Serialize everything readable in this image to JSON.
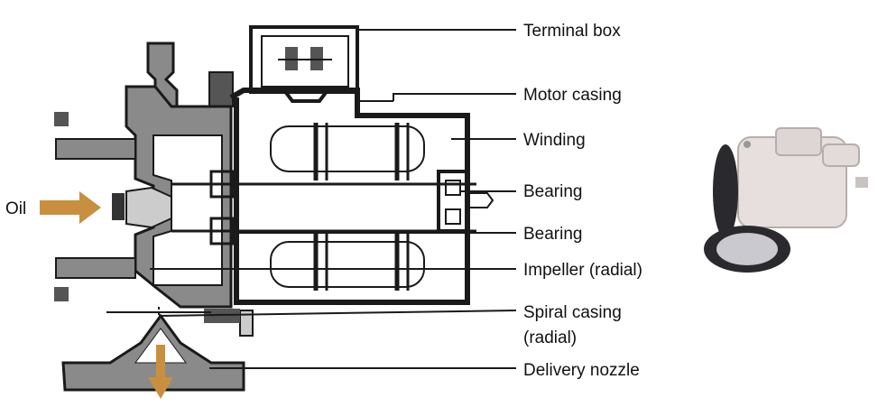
{
  "labels": {
    "terminal_box": "Terminal box",
    "motor_casing": "Motor casing",
    "winding": "Winding",
    "bearing_upper": "Bearing",
    "bearing_lower": "Bearing",
    "impeller": "Impeller (radial)",
    "spiral_casing_line1": "Spiral casing",
    "spiral_casing_line2": "(radial)",
    "delivery_nozzle": "Delivery nozzle",
    "oil_inlet": "Oil"
  },
  "colors": {
    "casing_fill": "#8a8a8a",
    "outline": "#1a1a1a",
    "arrow": "#c8903e",
    "photo_body": "#e6dfdd",
    "photo_ring": "#2a2a2e",
    "photo_face": "#c9c9cf"
  }
}
